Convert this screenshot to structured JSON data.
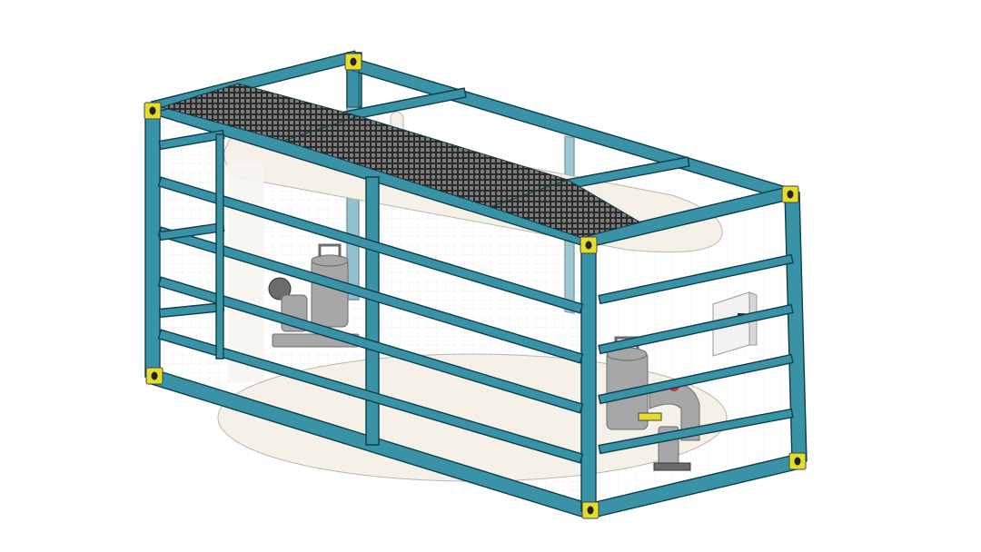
{
  "colors": {
    "frame": "#3a92a6",
    "frame_edge": "#0e3f4b",
    "frame_dark": "#2a7385",
    "corner_casting": "#e6dc2a",
    "grating": "#7b7b7b",
    "grating_dark": "#2a2a2a",
    "tank": "#f5f1e8",
    "tank_edge": "#bdb7a8",
    "pump": "#a7a7a7",
    "pump_dark": "#6c6c6c",
    "mesh": "#ececec",
    "background": "#ffffff"
  },
  "components": [
    {
      "id": "container-frame",
      "icon": "steel-frame-icon"
    },
    {
      "id": "roof-grating",
      "icon": "grating-walkway-icon"
    },
    {
      "id": "tank",
      "icon": "cylindrical-tank-icon"
    },
    {
      "id": "pump-left",
      "icon": "submersible-pump-icon"
    },
    {
      "id": "pump-right",
      "icon": "submersible-pump-icon"
    },
    {
      "id": "control-box",
      "icon": "electrical-box-icon"
    },
    {
      "id": "corner-castings",
      "icon": "corner-casting-icon"
    }
  ]
}
